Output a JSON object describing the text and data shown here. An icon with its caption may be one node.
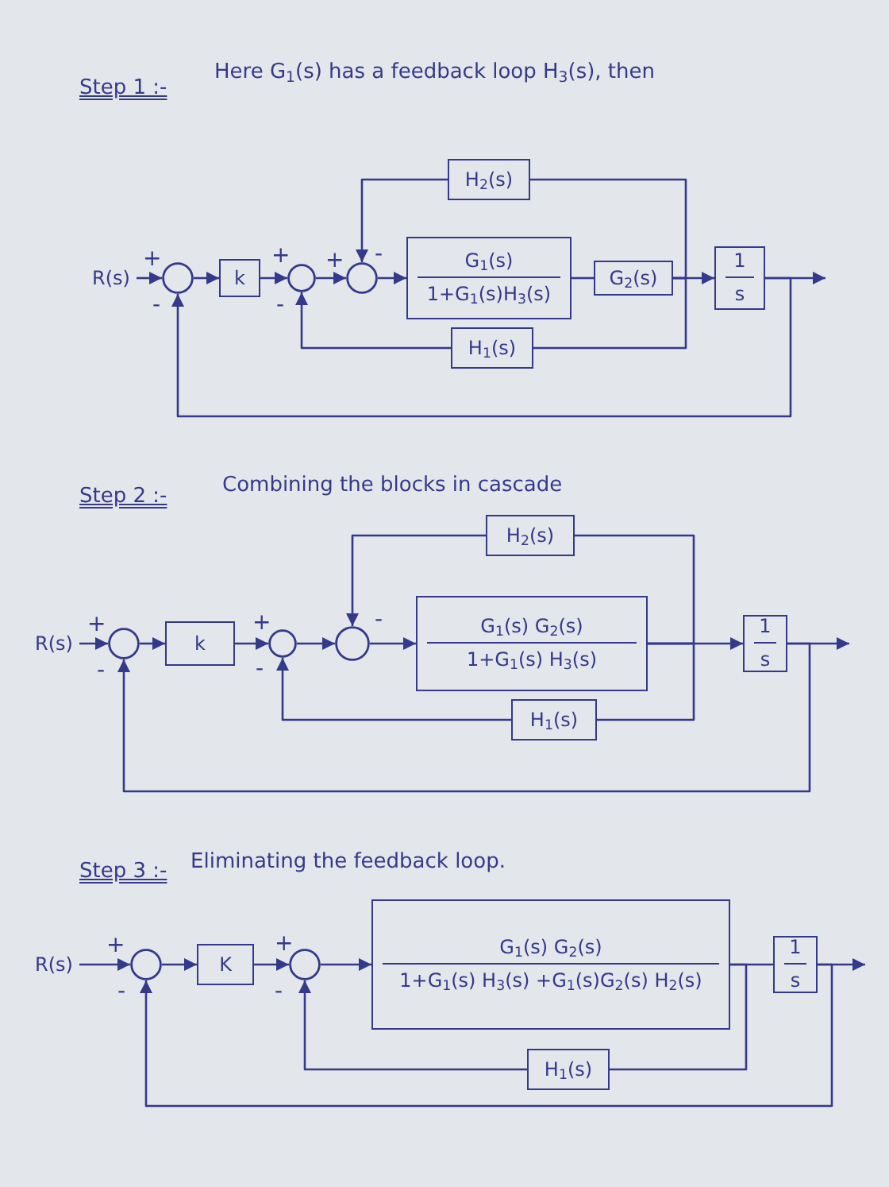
{
  "diagram": {
    "nodes": [
      {
        "text": [
          "R(s)"
        ]
      },
      {
        "text": [],
        "shape": "circle"
      },
      {
        "text": [
          "k"
        ]
      },
      {
        "text": [],
        "shape": "circle"
      },
      {
        "text": [],
        "shape": "circle"
      },
      {
        "text": [
          "G$_{1}$(s)",
          "1+G$_{1}$(s)H$_{3}$(s)"
        ]
      },
      {
        "text": [
          "G$_{2}$(s)"
        ]
      },
      {
        "text": [
          "1",
          "s"
        ]
      },
      {
        "text": [
          "H$_{2}$(s)"
        ]
      },
      {
        "text": [
          "H$_{1}$(s)"
        ]
      },
      {
        "text": [
          "R(s)"
        ]
      },
      {
        "text": [],
        "shape": "circle"
      },
      {
        "text": [
          "k"
        ]
      },
      {
        "text": [],
        "shape": "circle"
      },
      {
        "text": [],
        "shape": "circle"
      },
      {
        "text": [
          "G$_{1}$(s) G$_{2}$(s)",
          "1+G$_{1}$(s) H$_{3}$(s)"
        ]
      },
      {
        "text": [
          "1",
          "s"
        ]
      },
      {
        "text": [
          "H$_{2}$(s)"
        ]
      },
      {
        "text": [
          "H$_{1}$(s)"
        ]
      },
      {
        "text": [
          "R(s)"
        ]
      },
      {
        "text": [],
        "shape": "circle"
      },
      {
        "text": [
          "K"
        ]
      },
      {
        "text": [],
        "shape": "circle"
      },
      {
        "text": [
          "G$_{1}$(s) G$_{2}$(s)",
          "1+G$_{1}$(s) H$_{3}$(s) +G$_{1}$(s)G$_{2}$(s) H$_{2}$(s)"
        ]
      },
      {
        "text": [
          "1",
          "s"
        ]
      },
      {
        "text": [
          "H$_{1}$(s)"
        ]
      }
    ],
    "edges": [
      {
        "from": 0,
        "to": 1,
        "arrow": "to"
      },
      {
        "from": 1,
        "to": 2,
        "arrow": "to"
      },
      {
        "from": 2,
        "to": 3,
        "arrow": "to"
      },
      {
        "from": 3,
        "to": 4,
        "arrow": "to"
      },
      {
        "from": 4,
        "to": 5,
        "arrow": "to"
      },
      {
        "from": 5,
        "to": 6,
        "arrow": "none"
      },
      {
        "from": 6,
        "to": 7,
        "arrow": "to"
      },
      {
        "from": 7,
        "to": null,
        "arrow": "to"
      },
      {
        "from": 6,
        "to": 8,
        "arrow": "none"
      },
      {
        "from": 6,
        "to": 9,
        "arrow": "none"
      },
      {
        "from": 8,
        "to": 4,
        "arrow": "to"
      },
      {
        "from": 9,
        "to": 3,
        "arrow": "to"
      },
      {
        "from": 7,
        "to": 1,
        "arrow": "to"
      },
      {
        "from": 10,
        "to": 11,
        "arrow": "to"
      },
      {
        "from": 11,
        "to": 12,
        "arrow": "to"
      },
      {
        "from": 12,
        "to": 13,
        "arrow": "to"
      },
      {
        "from": 13,
        "to": 14,
        "arrow": "to"
      },
      {
        "from": 14,
        "to": 15,
        "arrow": "to"
      },
      {
        "from": 15,
        "to": 16,
        "arrow": "to"
      },
      {
        "from": 16,
        "to": null,
        "arrow": "to"
      },
      {
        "from": 15,
        "to": 17,
        "arrow": "none"
      },
      {
        "from": 15,
        "to": 18,
        "arrow": "none"
      },
      {
        "from": 17,
        "to": 14,
        "arrow": "to"
      },
      {
        "from": 18,
        "to": 13,
        "arrow": "to"
      },
      {
        "from": 16,
        "to": 11,
        "arrow": "to"
      },
      {
        "from": 19,
        "to": 20,
        "arrow": "to"
      },
      {
        "from": 20,
        "to": 21,
        "arrow": "to"
      },
      {
        "from": 21,
        "to": 22,
        "arrow": "to"
      },
      {
        "from": 22,
        "to": 23,
        "arrow": "to"
      },
      {
        "from": 23,
        "to": 24,
        "arrow": "none"
      },
      {
        "from": 24,
        "to": null,
        "arrow": "to"
      },
      {
        "from": 23,
        "to": 25,
        "arrow": "none"
      },
      {
        "from": 25,
        "to": 22,
        "arrow": "to"
      },
      {
        "from": 24,
        "to": 20,
        "arrow": "to"
      }
    ],
    "labels": [
      "Here G$_{1}$(s) has a feedback loop H$_{3}$(s), then",
      "Step 1 :-",
      "+",
      "+",
      "+",
      "-",
      "-",
      "-",
      "Step 2 :-",
      "Combining the blocks in cascade",
      "+",
      "+",
      "-",
      "-",
      "-",
      "Step 3 :-",
      "Eliminating the feedback loop.",
      "+",
      "+",
      "-",
      "-"
    ]
  }
}
